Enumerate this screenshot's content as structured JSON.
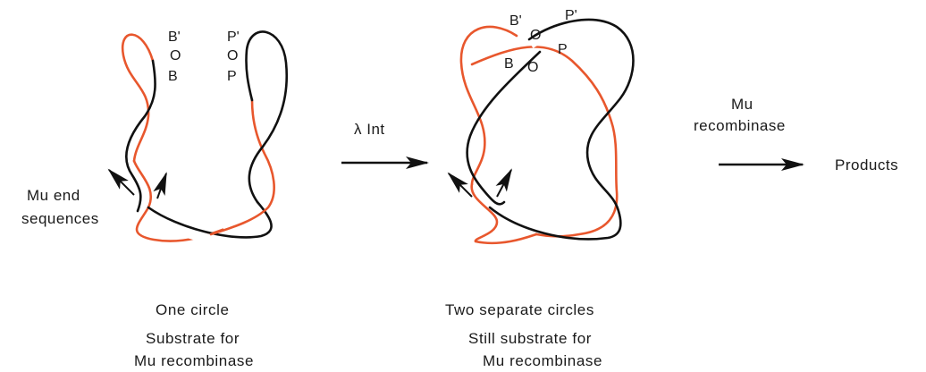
{
  "colors": {
    "ink": "#111111",
    "accent": "#e8572d"
  },
  "left_knot": {
    "sites_left": [
      "B'",
      "O",
      "B"
    ],
    "sites_right": [
      "P'",
      "O",
      "P"
    ],
    "mu_end_label_1": "Mu end",
    "mu_end_label_2": "sequences"
  },
  "step1": {
    "label": "λ Int"
  },
  "middle_knot": {
    "B_prime": "B'",
    "O_top": "O",
    "P_prime": "P'",
    "P": "P",
    "B": "B",
    "O_low": "O"
  },
  "step2": {
    "label_1": "Mu",
    "label_2": "recombinase"
  },
  "products": "Products",
  "captions": {
    "left": [
      "One circle",
      "Substrate for",
      "Mu recombinase"
    ],
    "middle": [
      "Two separate circles",
      "Still substrate for",
      "Mu recombinase"
    ]
  }
}
